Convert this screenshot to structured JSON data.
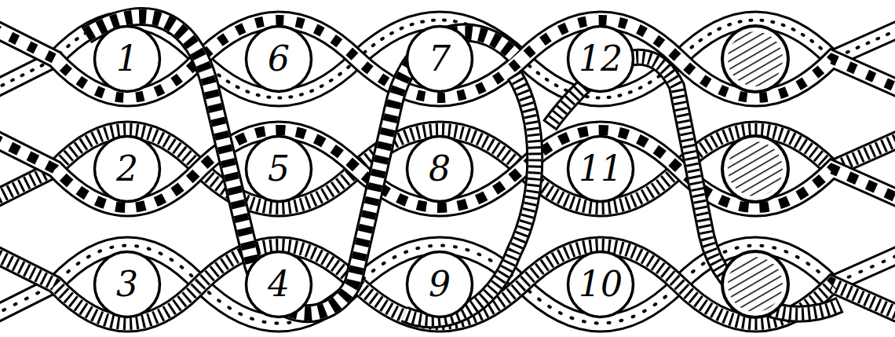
{
  "diagram": {
    "nodes": [
      {
        "text": [
          "1"
        ]
      },
      {
        "text": [
          "6"
        ]
      },
      {
        "text": [
          "7"
        ]
      },
      {
        "text": [
          "12"
        ]
      },
      {
        "text": [
          "2"
        ]
      },
      {
        "text": [
          "5"
        ]
      },
      {
        "text": [
          "8"
        ]
      },
      {
        "text": [
          "11"
        ]
      },
      {
        "text": [
          "3"
        ]
      },
      {
        "text": [
          "4"
        ]
      },
      {
        "text": [
          "9"
        ]
      },
      {
        "text": [
          "10"
        ]
      }
    ]
  }
}
